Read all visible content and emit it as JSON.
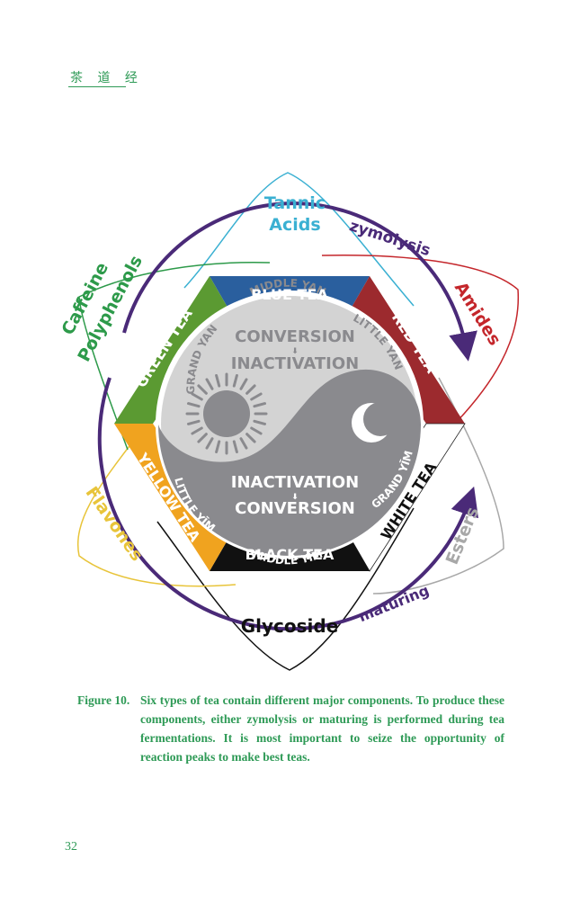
{
  "header": {
    "title": "茶 道 经"
  },
  "diagram": {
    "teas": {
      "blue": {
        "label": "BLUE TEA",
        "color": "#2a5f9e"
      },
      "red": {
        "label": "RED TEA",
        "color": "#9c2a2e"
      },
      "white": {
        "label": "WHITE TEA",
        "color": "#ffffff"
      },
      "black": {
        "label": "BLACK TEA",
        "color": "#111111"
      },
      "yellow": {
        "label": "YELLOW TEA",
        "color": "#f0a31f"
      },
      "green": {
        "label": "GREEN TEA",
        "color": "#5b9a32"
      }
    },
    "components": {
      "tannic": {
        "line1": "Tannic",
        "line2": "Acids",
        "color": "#3ab0d2"
      },
      "amides": {
        "label": "Amides",
        "color": "#c4262b"
      },
      "esters": {
        "label": "Esters",
        "color": "#a8a8a8"
      },
      "glycoside": {
        "label": "Glycoside",
        "color": "#111111"
      },
      "flavones": {
        "label": "Flavones",
        "color": "#e8c43a"
      },
      "caffeine": {
        "line1": "Caffeine",
        "line2": "Polyphenols",
        "color": "#2d9a4a"
      }
    },
    "processes": {
      "zymolysis": "zymolysis",
      "maturing": "maturing",
      "color": "#4a2a78"
    },
    "yanyim": {
      "middle_yan": "MIDDLE YAN",
      "little_yan": "LITTLE YAN",
      "grand_yan": "GRAND YAN",
      "middle_yim": "MIDDLE YĪM",
      "little_yim": "LITTLE YĪM",
      "grand_yim": "GRAND YĪM"
    },
    "upper": {
      "line1": "CONVERSION",
      "arrow": "⬇",
      "line2": "INACTIVATION"
    },
    "lower": {
      "line1": "INACTIVATION",
      "arrow": "⬇",
      "line2": "CONVERSION"
    },
    "icons": {
      "sun": "sun-icon",
      "moon": "moon-icon"
    }
  },
  "caption": {
    "label": "Figure 10.",
    "text": "Six types of tea contain different major components. To produce these components, either zymolysis or maturing is performed during tea fermentations. It is most important to seize the opportunity of reaction peaks to make best teas."
  },
  "page_number": "32"
}
